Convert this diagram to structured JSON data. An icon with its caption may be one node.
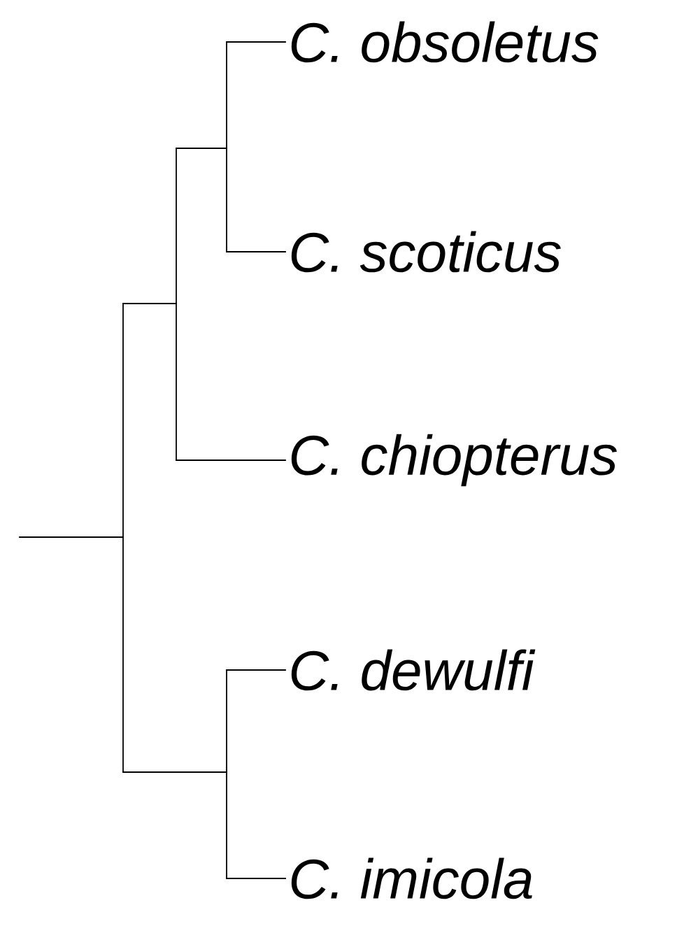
{
  "diagram": {
    "labels": [
      "C. obsoletus",
      "C. scoticus",
      "C. chiopterus",
      "C. dewulfi",
      "C. imicola"
    ]
  }
}
